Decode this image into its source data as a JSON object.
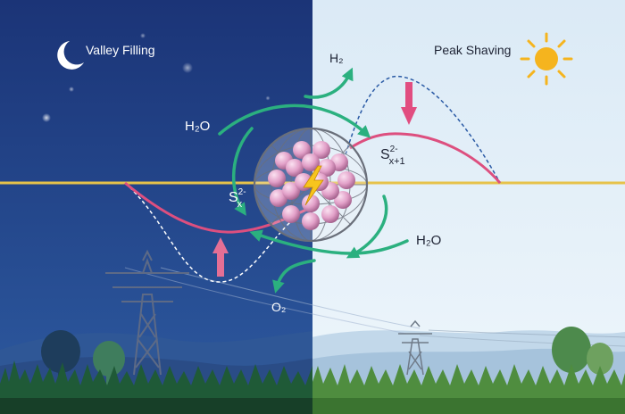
{
  "labels": {
    "valley_filling": "Valley Filling",
    "peak_shaving": "Peak Shaving",
    "h2": "H₂",
    "o2": "O₂",
    "h2o_top": "H₂O",
    "h2o_bottom": "H₂O",
    "sx_base": "S",
    "sx_sup": "2-",
    "sx_sub": "x",
    "sx1_base": "S",
    "sx1_sup": "2-",
    "sx1_sub": "x+1"
  },
  "icons": {
    "night": "moon-icon",
    "day": "sun-icon",
    "center": "lightning-bolt-icon"
  },
  "colors": {
    "night_sky": "#1b3577",
    "day_sky": "#e3f0f8",
    "horizon_line": "#e6c24a",
    "arrow_green": "#2bb07f",
    "curve_pink": "#dd4f7f",
    "sun": "#f5b41e",
    "bolt": "#f7c51d",
    "cluster": "#e3a2cb"
  }
}
